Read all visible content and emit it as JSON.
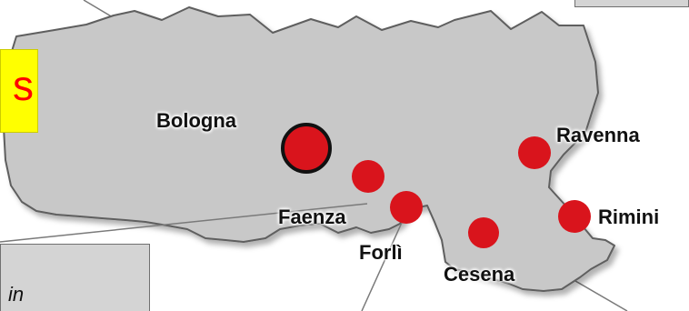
{
  "region_color": "#c8c8c8",
  "region_outline": "#5e5e5e",
  "leader_line_color": "#7a7a7a",
  "marker_color": "#d9141c",
  "capital_marker_outline": "#111111",
  "callouts": {
    "top_left_text": "s",
    "top_left_text_color": "#ff0000",
    "top_left_background": "#ffff00",
    "bottom_left_text": "in",
    "bottom_left_background": "#d4d4d4",
    "top_right_background": "#d4d4d4"
  },
  "cities": [
    {
      "id": "bologna",
      "name": "Bologna",
      "capital": true
    },
    {
      "id": "faenza",
      "name": "Faenza",
      "capital": false
    },
    {
      "id": "forli",
      "name": "Forlì",
      "capital": false
    },
    {
      "id": "cesena",
      "name": "Cesena",
      "capital": false
    },
    {
      "id": "ravenna",
      "name": "Ravenna",
      "capital": false
    },
    {
      "id": "rimini",
      "name": "Rimini",
      "capital": false
    }
  ]
}
